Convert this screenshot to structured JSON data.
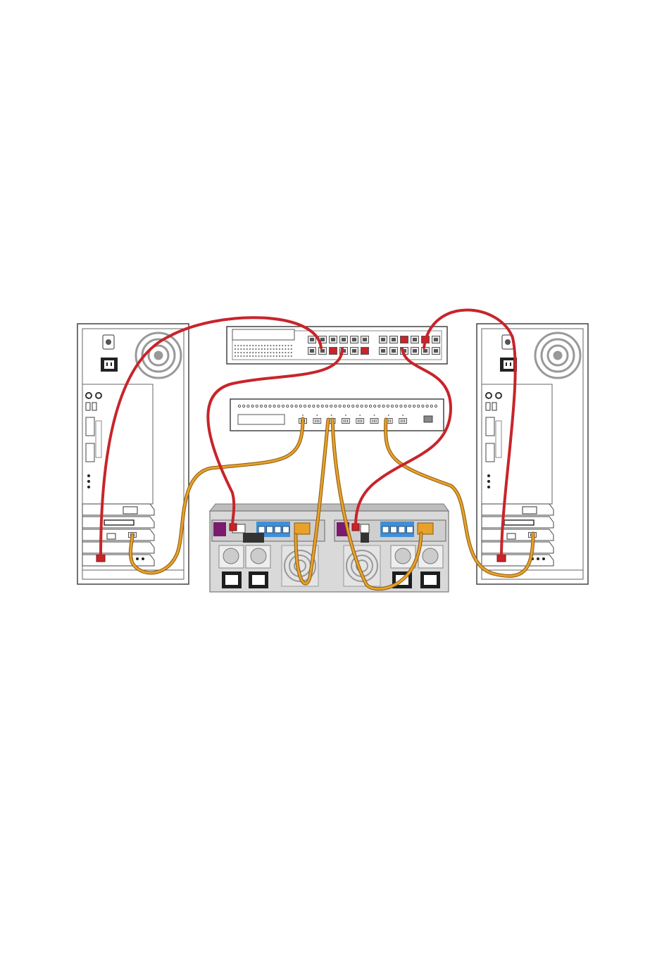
{
  "diagram": {
    "type": "network-cabling",
    "devices": [
      {
        "id": "server-left",
        "kind": "tower-server"
      },
      {
        "id": "ethernet-switch",
        "kind": "ethernet-switch",
        "port_rows": 2,
        "port_groups": 2,
        "ports_per_group": 6
      },
      {
        "id": "fc-switch",
        "kind": "fibre-channel-switch",
        "sfp_ports": 8
      },
      {
        "id": "storage-array",
        "kind": "storage-enclosure",
        "controllers": 2,
        "power_supplies": 4,
        "fans": 2
      },
      {
        "id": "server-right",
        "kind": "tower-server"
      }
    ],
    "cables": [
      {
        "kind": "ethernet",
        "from": "server-left",
        "to": "ethernet-switch"
      },
      {
        "kind": "ethernet",
        "from": "ethernet-switch",
        "to": "storage-array"
      },
      {
        "kind": "ethernet",
        "from": "ethernet-switch",
        "to": "storage-array"
      },
      {
        "kind": "ethernet",
        "from": "ethernet-switch",
        "to": "server-right"
      },
      {
        "kind": "fibre-channel",
        "from": "server-left",
        "to": "fc-switch"
      },
      {
        "kind": "fibre-channel",
        "from": "fc-switch",
        "to": "storage-array"
      },
      {
        "kind": "fibre-channel",
        "from": "fc-switch",
        "to": "storage-array"
      },
      {
        "kind": "fibre-channel",
        "from": "fc-switch",
        "to": "server-right"
      }
    ],
    "colors": {
      "ethernet_cable": "#c8242a",
      "fc_cable": "#e8a12a",
      "controller_label": "#7a1b6e",
      "port_block": "#3f8fd6",
      "device_outline": "#444444",
      "device_fill": "#ffffff",
      "storage_body": "#d9d9d9"
    }
  }
}
